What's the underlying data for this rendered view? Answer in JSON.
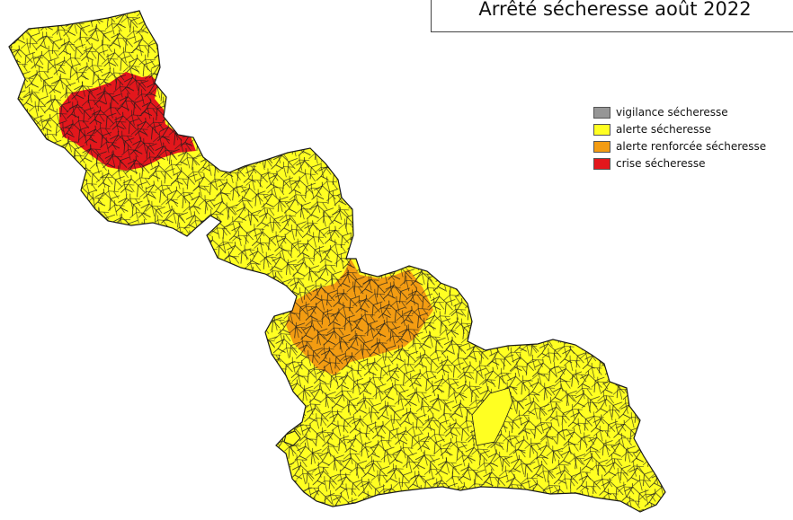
{
  "title": "Arrêté sécheresse août 2022",
  "colors": {
    "vigilance": "#969696",
    "alerte": "#ffff22",
    "alerte_renforcee": "#f39c12",
    "crise": "#e3171c",
    "border": "#1a1a1a"
  },
  "legend": {
    "items": [
      {
        "label": "vigilance sécheresse",
        "color": "#969696"
      },
      {
        "label": "alerte sécheresse",
        "color": "#ffff22"
      },
      {
        "label": "alerte renforcée sécheresse",
        "color": "#f39c12"
      },
      {
        "label": "crise sécheresse",
        "color": "#e3171c"
      }
    ]
  }
}
